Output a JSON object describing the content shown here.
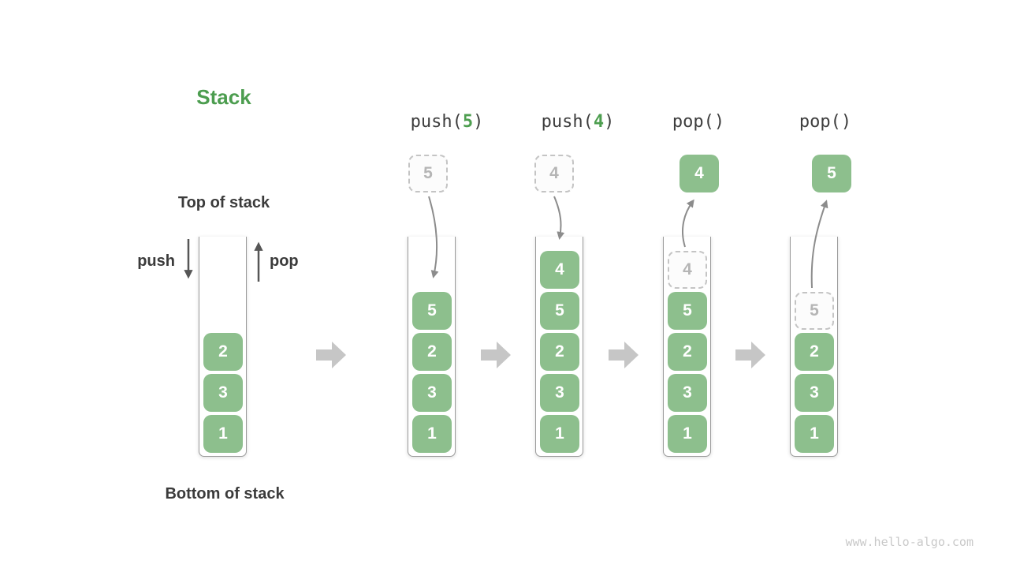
{
  "title": "Stack",
  "labels": {
    "top_of_stack": "Top of stack",
    "bottom_of_stack": "Bottom of stack",
    "push": "push",
    "pop": "pop"
  },
  "operations": [
    {
      "prefix": "push(",
      "arg": "5",
      "suffix": ")"
    },
    {
      "prefix": "push(",
      "arg": "4",
      "suffix": ")"
    },
    {
      "prefix": "pop()",
      "arg": "",
      "suffix": ""
    },
    {
      "prefix": "pop()",
      "arg": "",
      "suffix": ""
    }
  ],
  "stages": [
    {
      "stack": [
        "2",
        "3",
        "1"
      ]
    },
    {
      "incoming": "5",
      "stack": [
        "5",
        "2",
        "3",
        "1"
      ]
    },
    {
      "incoming": "4",
      "stack": [
        "4",
        "5",
        "2",
        "3",
        "1"
      ]
    },
    {
      "popped": "4",
      "ghost": "4",
      "stack": [
        "5",
        "2",
        "3",
        "1"
      ]
    },
    {
      "popped": "5",
      "ghost": "5",
      "stack": [
        "2",
        "3",
        "1"
      ]
    }
  ],
  "colors": {
    "element_green": "#8dbf8d",
    "accent_green": "#4d9e4f",
    "text_dark": "#3b3b3b",
    "ghost_gray": "#b5b5b5",
    "curve_arrow_gray": "#8c8c8c",
    "block_arrow_gray": "#c6c6c6",
    "dark_arrow": "#565656"
  },
  "watermark": "www.hello-algo.com"
}
